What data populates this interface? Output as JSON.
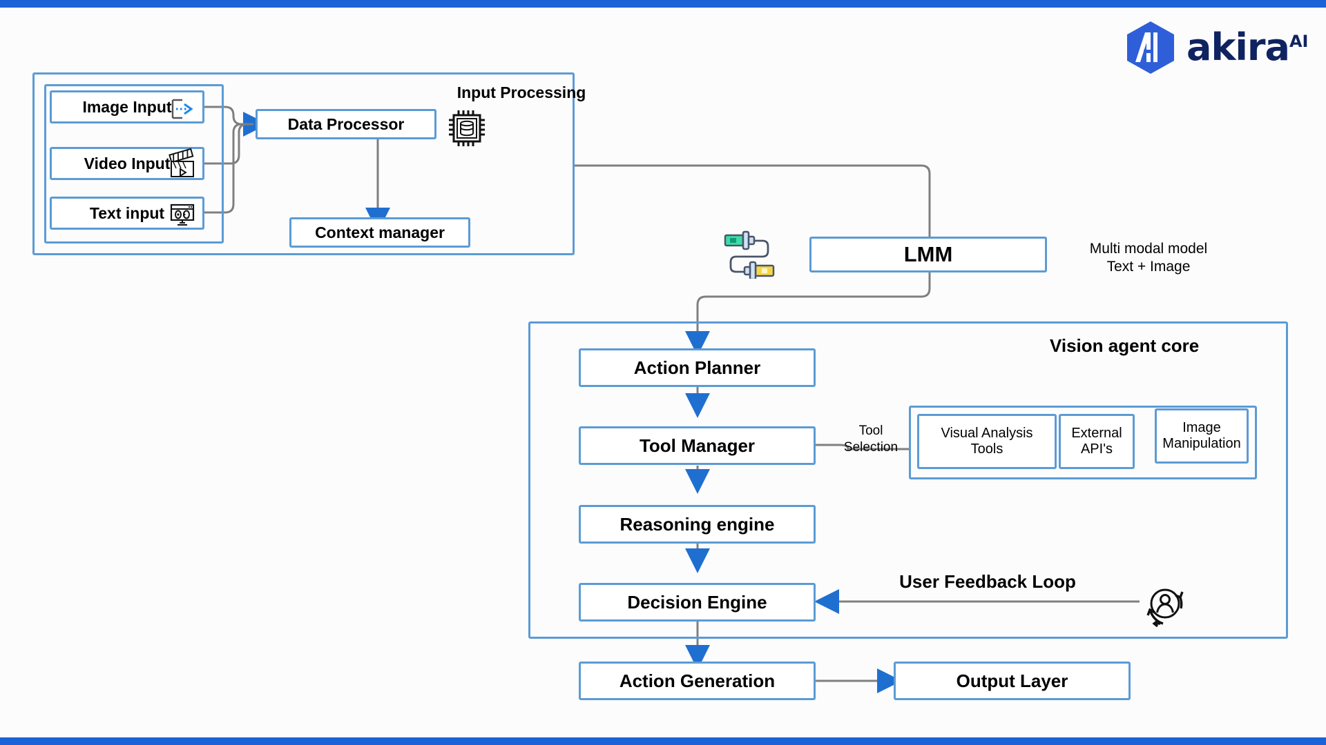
{
  "brand": {
    "name": "akira",
    "superscript": "AI",
    "logo_icon": "akira-hexagon-logo",
    "word_color": "#0f2360",
    "mark_color": "#2f5fd8"
  },
  "theme": {
    "bar_color": "#1a62d6",
    "box_border": "#5b9bd5",
    "arrow_blue": "#1f6fd0",
    "connector_gray": "#7f7f7f",
    "background": "#fcfcfd"
  },
  "input_processing": {
    "title": "Input Processing",
    "title_icon": "cpu-database-icon",
    "inputs": [
      {
        "label": "Image Input",
        "icon": "import-arrow-icon"
      },
      {
        "label": "Video Input",
        "icon": "clapperboard-icon"
      },
      {
        "label": "Text input",
        "icon": "monitor-audio-icon"
      }
    ],
    "processors": [
      {
        "label": "Data Processor"
      },
      {
        "label": "Context manager"
      }
    ]
  },
  "lmm": {
    "label": "LMM",
    "icon": "cable-connector-icon",
    "caption_line1": "Multi modal model",
    "caption_line2": "Text + Image"
  },
  "vision_agent_core": {
    "title": "Vision agent core",
    "pipeline": [
      {
        "label": "Action Planner"
      },
      {
        "label": "Tool Manager"
      },
      {
        "label": "Reasoning engine"
      },
      {
        "label": "Decision Engine"
      }
    ],
    "tool_selection_label_line1": "Tool",
    "tool_selection_label_line2": "Selection",
    "tools": [
      {
        "line1": "Visual Analysis",
        "line2": "Tools"
      },
      {
        "line1": "External",
        "line2": "API's"
      },
      {
        "line1": "Image",
        "line2": "Manipulation"
      }
    ],
    "feedback": {
      "label": "User Feedback Loop",
      "icon": "user-feedback-loop-icon"
    }
  },
  "output_row": [
    {
      "label": "Action Generation"
    },
    {
      "label": "Output Layer"
    }
  ]
}
